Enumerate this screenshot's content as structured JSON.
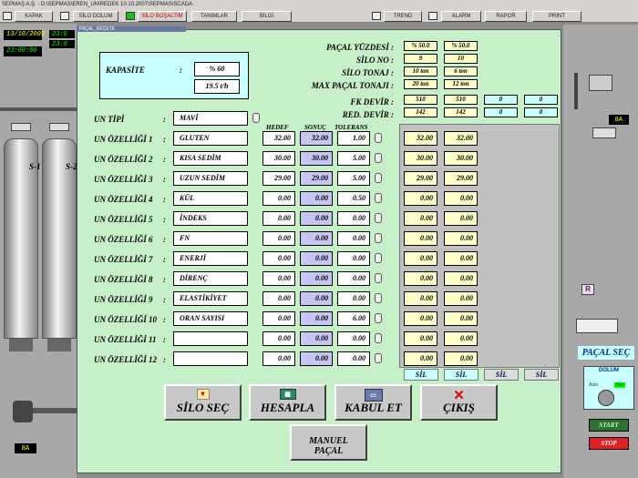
{
  "window": {
    "title": "SEPMAŞ A.Ş. - D:\\SEPMAS\\EREN_UN\\REDEK 10.10.2007\\SEPMAS\\SCADA",
    "dialog_title": "PAÇAL_REÇETE"
  },
  "toolbar": {
    "kapak": "KAPAK",
    "silo_dolum": "SİLO DOLUM",
    "silo_bosaltim": "SİLO BOŞALTIM",
    "tanimlar": "TANIMLAR",
    "bilgi": "BİLGİ",
    "trend": "TREND",
    "alarm": "ALARM",
    "rapor": "RAPOR",
    "print": "PRINT"
  },
  "clock": {
    "date": "13/10/2009",
    "time": "23:00:00",
    "t1": "23:0",
    "t2": "23:0"
  },
  "silos": {
    "s1": "S-1",
    "s2": "S-2"
  },
  "status": {
    "left_box": "8A",
    "right_box": "8A"
  },
  "kapasite": {
    "label": "KAPASİTE",
    "colon": ":",
    "percent": "% 60",
    "rate": "19.5 t/h"
  },
  "params": {
    "pacal_yuzdesi": {
      "label": "PAÇAL YÜZDESİ :",
      "v1": "% 50.0",
      "v2": "% 50.0"
    },
    "silo_no": {
      "label": "SİLO NO :",
      "v1": "9",
      "v2": "10"
    },
    "silo_tonaji": {
      "label": "SİLO TONAJ :",
      "v1": "10 ton",
      "v2": "6 ton"
    },
    "max_pacal": {
      "label": "MAX PAÇAL TONAJI :",
      "v1": "20 ton",
      "v2": "12 ton"
    },
    "fk_devir": {
      "label": "FK DEVİR :",
      "v1": "510",
      "v2": "510",
      "v3": "0",
      "v4": "0"
    },
    "red_devir": {
      "label": "RED. DEVİR :",
      "v1": "142",
      "v2": "142",
      "v3": "0",
      "v4": "0"
    }
  },
  "headers": {
    "hedef": "HEDEF",
    "sonuc": "SONUÇ",
    "tolerans": "TOLERANS"
  },
  "un_tipi": {
    "label": "UN TİPİ",
    "colon": ":",
    "value": "MAVİ"
  },
  "rows": [
    {
      "label": "UN ÖZELLİĞİ 1",
      "name": "GLUTEN",
      "hedef": "32.00",
      "sonuc": "32.00",
      "tol": "1.00",
      "r1": "32.00",
      "r2": "32.00"
    },
    {
      "label": "UN ÖZELLİĞİ 2",
      "name": "KISA SEDİM",
      "hedef": "30.00",
      "sonuc": "30.00",
      "tol": "5.00",
      "r1": "30.00",
      "r2": "30.00"
    },
    {
      "label": "UN ÖZELLİĞİ 3",
      "name": "UZUN SEDİM",
      "hedef": "29.00",
      "sonuc": "29.00",
      "tol": "5.00",
      "r1": "29.00",
      "r2": "29.00"
    },
    {
      "label": "UN ÖZELLİĞİ 4",
      "name": "KÜL",
      "hedef": "0.00",
      "sonuc": "0.00",
      "tol": "0.50",
      "r1": "0.00",
      "r2": "0.00"
    },
    {
      "label": "UN ÖZELLİĞİ 5",
      "name": "İNDEKS",
      "hedef": "0.00",
      "sonuc": "0.00",
      "tol": "0.00",
      "r1": "0.00",
      "r2": "0.00"
    },
    {
      "label": "UN ÖZELLİĞİ 6",
      "name": "FN",
      "hedef": "0.00",
      "sonuc": "0.00",
      "tol": "0.00",
      "r1": "0.00",
      "r2": "0.00"
    },
    {
      "label": "UN ÖZELLİĞİ 7",
      "name": "ENERJİ",
      "hedef": "0.00",
      "sonuc": "0.00",
      "tol": "0.00",
      "r1": "0.00",
      "r2": "0.00"
    },
    {
      "label": "UN ÖZELLİĞİ 8",
      "name": "DİRENÇ",
      "hedef": "0.00",
      "sonuc": "0.00",
      "tol": "0.00",
      "r1": "0.00",
      "r2": "0.00"
    },
    {
      "label": "UN ÖZELLİĞİ 9",
      "name": "ELASTİKİYET",
      "hedef": "0.00",
      "sonuc": "0.00",
      "tol": "0.00",
      "r1": "0.00",
      "r2": "0.00"
    },
    {
      "label": "UN ÖZELLİĞİ 10",
      "name": "ORAN SAYISI",
      "hedef": "0.00",
      "sonuc": "0.00",
      "tol": "6.00",
      "r1": "0.00",
      "r2": "0.00"
    },
    {
      "label": "UN ÖZELLİĞİ 11",
      "name": "",
      "hedef": "0.00",
      "sonuc": "0.00",
      "tol": "0.00",
      "r1": "0.00",
      "r2": "0.00"
    },
    {
      "label": "UN ÖZELLİĞİ 12",
      "name": "",
      "hedef": "0.00",
      "sonuc": "0.00",
      "tol": "0.00",
      "r1": "0.00",
      "r2": "0.00"
    }
  ],
  "sil_buttons": [
    "SİL",
    "SİL",
    "SİL",
    "SİL"
  ],
  "actions": {
    "silo_sec": "SİLO SEÇ",
    "hesapla": "HESAPLA",
    "kabul_et": "KABUL ET",
    "cikis": "ÇIKIŞ",
    "manuel_1": "MANUEL",
    "manuel_2": "PAÇAL"
  },
  "right_panel": {
    "pacal_sec": "PAÇAL SEÇ",
    "dolum": "DOLUM",
    "auto": "Auto",
    "man": "Man",
    "start": "START",
    "stop": "STOP",
    "r_tag": "R"
  },
  "colors": {
    "dialog_bg": "#c8f0c8",
    "result_bg": "#c6c6f2",
    "yellow": "#ffffc8",
    "cyan": "#c8ffff"
  }
}
